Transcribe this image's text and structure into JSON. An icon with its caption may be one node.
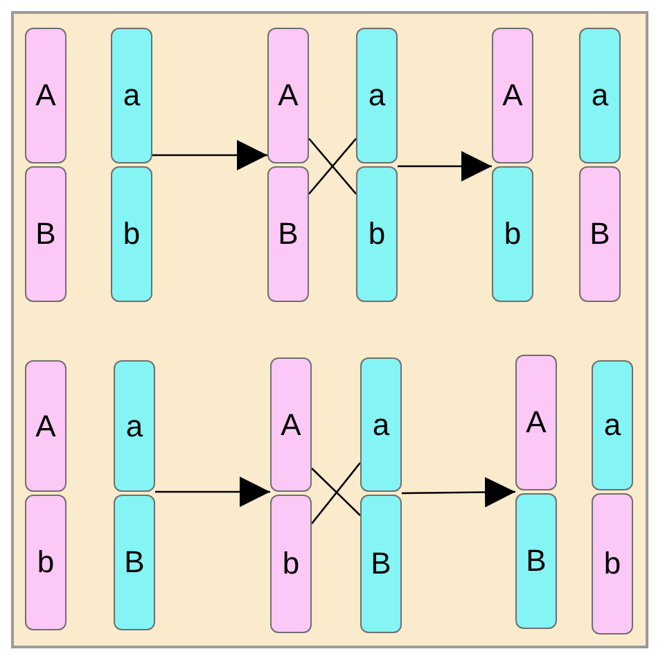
{
  "diagram": {
    "nodes": [
      {
        "text": [
          "A"
        ]
      },
      {
        "text": [
          "B"
        ]
      },
      {
        "text": [
          "a"
        ]
      },
      {
        "text": [
          "b"
        ]
      },
      {
        "text": [
          "A"
        ]
      },
      {
        "text": [
          "B"
        ]
      },
      {
        "text": [
          "a"
        ]
      },
      {
        "text": [
          "b"
        ]
      },
      {
        "text": [
          "A"
        ]
      },
      {
        "text": [
          "b"
        ]
      },
      {
        "text": [
          "a"
        ]
      },
      {
        "text": [
          "B"
        ]
      },
      {
        "text": [
          "A"
        ]
      },
      {
        "text": [
          "b"
        ]
      },
      {
        "text": [
          "a"
        ]
      },
      {
        "text": [
          "B"
        ]
      },
      {
        "text": [
          "A"
        ]
      },
      {
        "text": [
          "b"
        ]
      },
      {
        "text": [
          "a"
        ]
      },
      {
        "text": [
          "B"
        ]
      },
      {
        "text": [
          "A"
        ]
      },
      {
        "text": [
          "B"
        ]
      },
      {
        "text": [
          "a"
        ]
      },
      {
        "text": [
          "b"
        ]
      }
    ],
    "edges": [
      {
        "from": 2,
        "to": 4,
        "arrow": "to"
      },
      {
        "from": 4,
        "to": 7,
        "arrow": "none"
      },
      {
        "from": 5,
        "to": 6,
        "arrow": "none"
      },
      {
        "from": 6,
        "to": 8,
        "arrow": "to"
      },
      {
        "from": 14,
        "to": 16,
        "arrow": "to"
      },
      {
        "from": 16,
        "to": 19,
        "arrow": "none"
      },
      {
        "from": 17,
        "to": 18,
        "arrow": "none"
      },
      {
        "from": 18,
        "to": 20,
        "arrow": "to"
      }
    ]
  }
}
